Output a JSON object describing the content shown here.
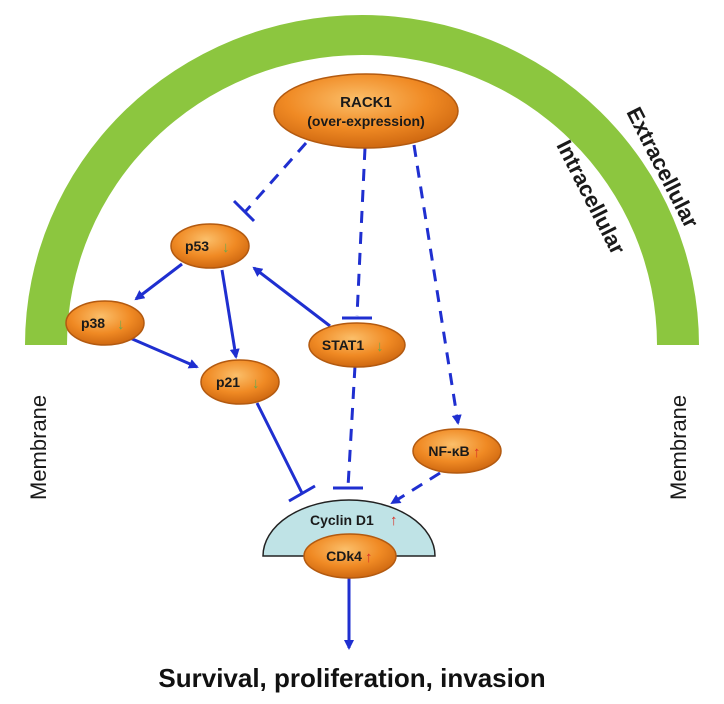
{
  "colors": {
    "membrane": "#8cc63f",
    "node_fill": "#f08a24",
    "edge": "#1f2fd0",
    "complex_fill": "#bfe3e6",
    "down_arrow": "#6aa84f",
    "up_arrow": "#d93025"
  },
  "labels": {
    "extracellular": "Extracellular",
    "intracellular": "Intracellular",
    "membrane_left": "Membrane",
    "membrane_right": "Membrane",
    "outcome": "Survival, proliferation, invasion"
  },
  "nodes": {
    "rack1_line1": "RACK1",
    "rack1_line2": "(over-expression)",
    "p53": "p53",
    "p53_arrow": "↓",
    "p38": "p38",
    "p38_arrow": "↓",
    "p21": "p21",
    "p21_arrow": "↓",
    "stat1": "STAT1",
    "stat1_arrow": "↓",
    "nfkb": "NF-κB",
    "nfkb_arrow": "↑",
    "cyclin_d1": "Cyclin D1",
    "cyclin_d1_arrow": "↑",
    "cdk4": "CDk4",
    "cdk4_arrow": "↑"
  },
  "edges": [
    {
      "from": "RACK1",
      "to": "p53",
      "type": "inhibition",
      "style": "dashed"
    },
    {
      "from": "RACK1",
      "to": "STAT1",
      "type": "inhibition",
      "style": "dashed"
    },
    {
      "from": "RACK1",
      "to": "NF-κB",
      "type": "activation",
      "style": "dashed"
    },
    {
      "from": "p53",
      "to": "p38",
      "type": "activation",
      "style": "solid"
    },
    {
      "from": "p53",
      "to": "p21",
      "type": "activation",
      "style": "solid"
    },
    {
      "from": "STAT1",
      "to": "p53",
      "type": "activation",
      "style": "solid"
    },
    {
      "from": "p38",
      "to": "p21",
      "type": "activation",
      "style": "solid"
    },
    {
      "from": "p21",
      "to": "Cyclin D1",
      "type": "inhibition",
      "style": "solid"
    },
    {
      "from": "STAT1",
      "to": "Cyclin D1",
      "type": "inhibition",
      "style": "dashed"
    },
    {
      "from": "NF-κB",
      "to": "Cyclin D1",
      "type": "activation",
      "style": "dashed"
    },
    {
      "from": "CDk4",
      "to": "Survival, proliferation, invasion",
      "type": "activation",
      "style": "solid"
    }
  ]
}
